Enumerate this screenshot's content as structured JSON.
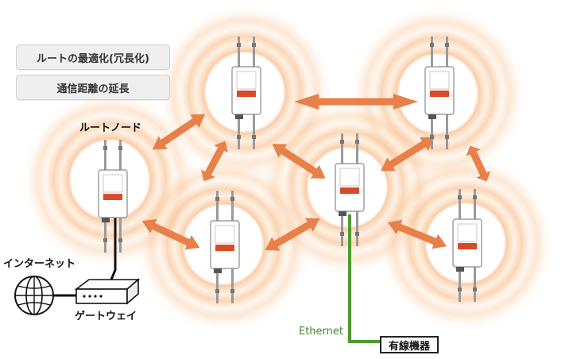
{
  "features": {
    "route_optimization": "ルートの最適化(冗長化)",
    "distance_extension": "通信距離の延長"
  },
  "labels": {
    "root_node": "ルートノード",
    "internet": "インターネット",
    "gateway": "ゲートウェイ",
    "ethernet": "Ethernet",
    "wired_device": "有線機器"
  },
  "colors": {
    "wave": "#f3a15c",
    "arrow": "#e8804a",
    "ethernet_cable": "#4f9a2f",
    "uplink_cable": "#111111"
  },
  "access_points": [
    "ap-top-left",
    "ap-top-right",
    "ap-root",
    "ap-center",
    "ap-bottom-left",
    "ap-bottom-right"
  ]
}
